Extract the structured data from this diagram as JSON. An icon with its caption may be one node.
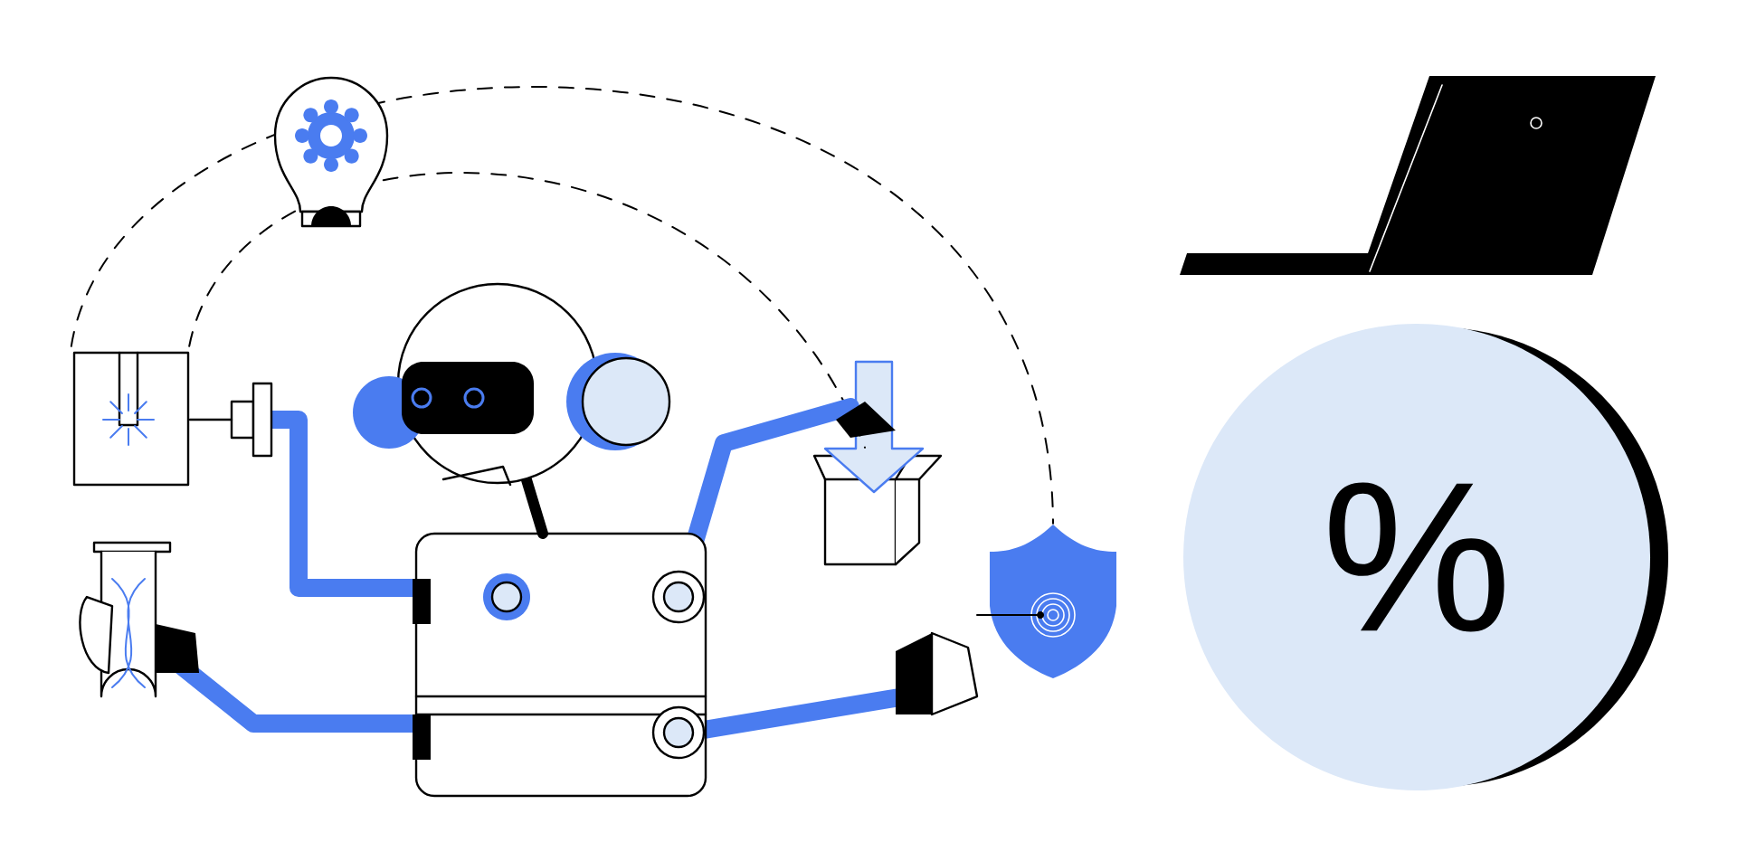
{
  "diagram": {
    "nodes": [
      {
        "text": [],
        "shape": "picture"
      },
      {
        "text": [],
        "shape": "picture"
      },
      {
        "text": [],
        "shape": "picture"
      },
      {
        "text": [
          "%"
        ]
      }
    ],
    "edges": [
      {
        "from": 0,
        "to": 1,
        "arrow": "none",
        "style": "dashed"
      },
      {
        "from": 0,
        "to": 2,
        "arrow": "none",
        "style": "dashed"
      }
    ]
  }
}
